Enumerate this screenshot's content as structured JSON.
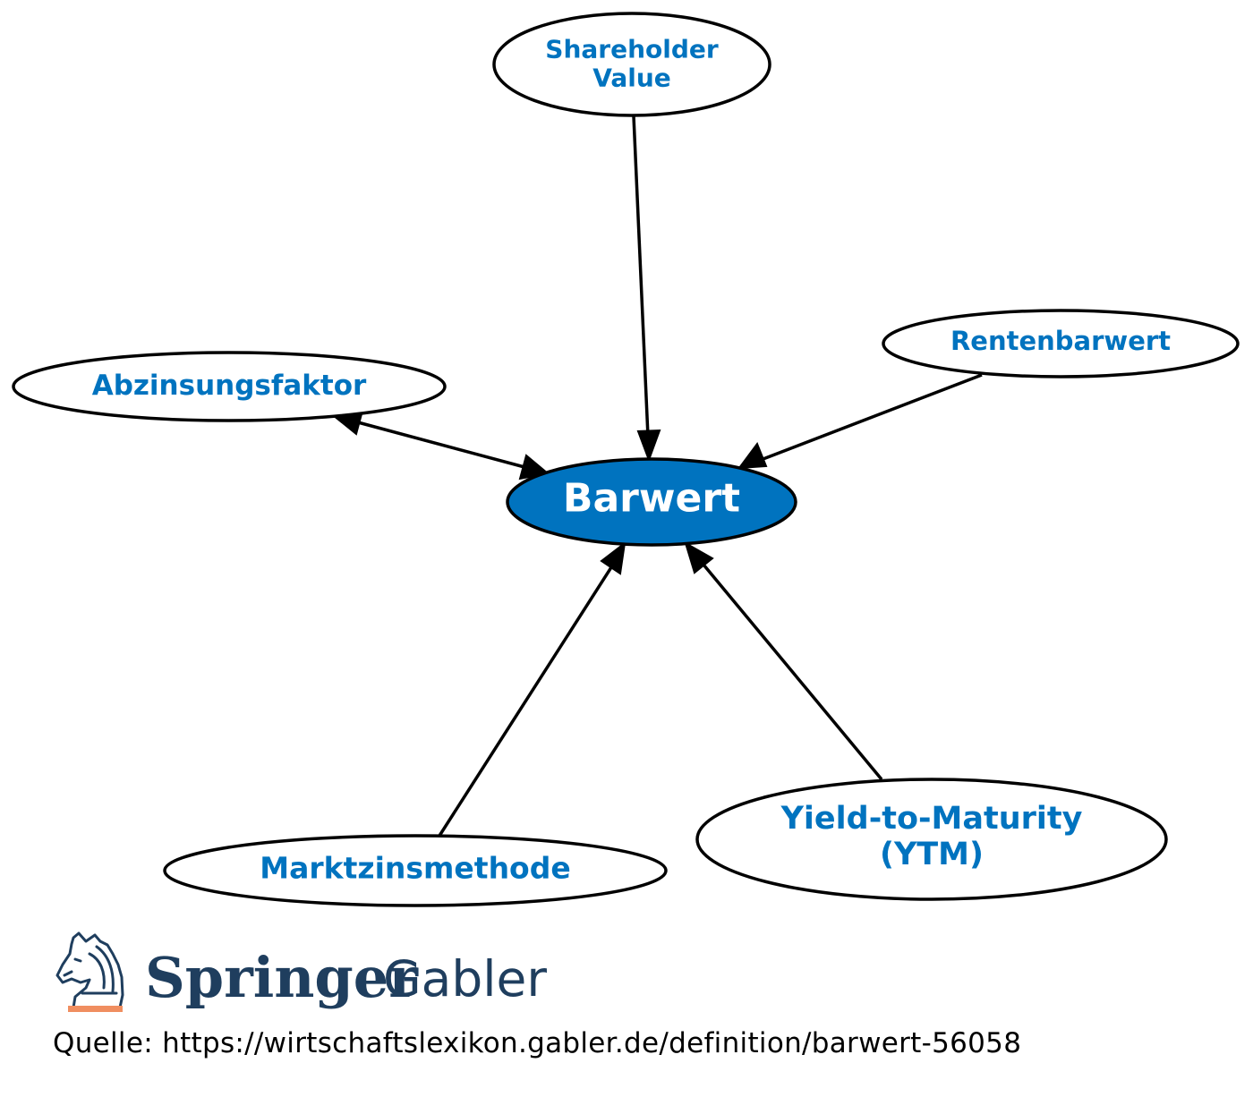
{
  "diagram": {
    "center": {
      "label": "Barwert"
    },
    "nodes": {
      "shareholder": {
        "line1": "Shareholder",
        "line2": "Value"
      },
      "rentenbarwert": {
        "label": "Rentenbarwert"
      },
      "abzinsungsfaktor": {
        "label": "Abzinsungsfaktor"
      },
      "marktzinsmethode": {
        "label": "Marktzinsmethode"
      },
      "ytm": {
        "line1": "Yield-to-Maturity",
        "line2": "(YTM)"
      }
    },
    "colors": {
      "accent": "#0073bf",
      "node_text": "#0073bf",
      "center_text": "#ffffff",
      "edge": "#000000"
    }
  },
  "logo": {
    "word1": "Springer",
    "word2": "Gabler",
    "colors": {
      "text": "#1f3e5e",
      "underline": "#f08e60"
    }
  },
  "footer": {
    "source": "Quelle: https://wirtschaftslexikon.gabler.de/definition/barwert-56058"
  }
}
